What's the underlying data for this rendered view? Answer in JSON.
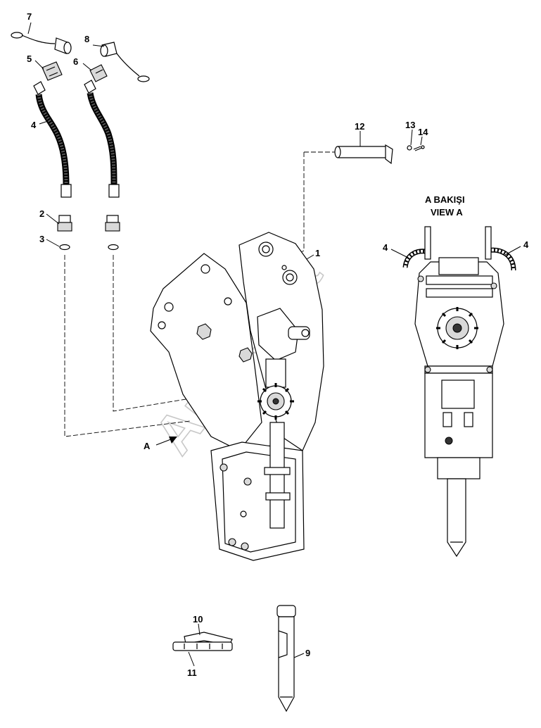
{
  "watermark": "AutoSoft",
  "view_a": {
    "title_line1": "A BAKIŞI",
    "title_line2": "VIEW A"
  },
  "arrow_label": "A",
  "callouts": {
    "n1": "1",
    "n2": "2",
    "n3": "3",
    "n4a": "4",
    "n4b": "4",
    "n4c": "4",
    "n5": "5",
    "n6": "6",
    "n7": "7",
    "n8": "8",
    "n9": "9",
    "n10": "10",
    "n11": "11",
    "n12": "12",
    "n13": "13",
    "n14": "14"
  }
}
